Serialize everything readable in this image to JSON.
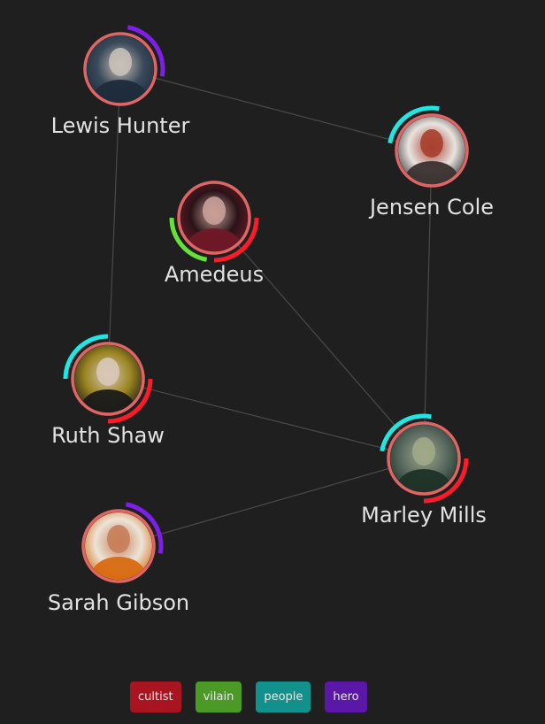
{
  "categories": [
    {
      "key": "cultist",
      "label": "cultist",
      "color": "#a8141f"
    },
    {
      "key": "vilain",
      "label": "vilain",
      "color": "#4a9a25"
    },
    {
      "key": "people",
      "label": "people",
      "color": "#12908c"
    },
    {
      "key": "hero",
      "label": "hero",
      "color": "#5a17a8"
    }
  ],
  "arc_colors": {
    "cultist": "#ff1a2a",
    "vilain": "#66e03a",
    "people": "#1fe8e4",
    "hero": "#7d1fe8"
  },
  "ring_color": "#e06666",
  "nodes": [
    {
      "id": "lewis",
      "name": "Lewis Hunter",
      "tags": [
        "hero"
      ],
      "avatar_icon": "old-man-portrait-icon",
      "avatar_colors": [
        "#3a4a5a",
        "#c8c0b8",
        "#1d2b3a"
      ]
    },
    {
      "id": "jensen",
      "name": "Jensen Cole",
      "tags": [
        "people"
      ],
      "avatar_icon": "young-man-portrait-icon",
      "avatar_colors": [
        "#e8e4e0",
        "#a84030",
        "#3a3030"
      ]
    },
    {
      "id": "amedeus",
      "name": "Amedeus",
      "tags": [
        "vilain",
        "cultist"
      ],
      "avatar_icon": "hunched-figure-portrait-icon",
      "avatar_colors": [
        "#2a1418",
        "#c8a098",
        "#701828"
      ]
    },
    {
      "id": "ruth",
      "name": "Ruth Shaw",
      "tags": [
        "people",
        "cultist"
      ],
      "avatar_icon": "woman-portrait-icon",
      "avatar_colors": [
        "#9a8420",
        "#d8c8b8",
        "#1a1a1a"
      ]
    },
    {
      "id": "marley",
      "name": "Marley Mills",
      "tags": [
        "people",
        "cultist"
      ],
      "avatar_icon": "old-woman-portrait-icon",
      "avatar_colors": [
        "#5a6a60",
        "#a0a888",
        "#1e3226"
      ]
    },
    {
      "id": "sarah",
      "name": "Sarah Gibson",
      "tags": [
        "hero"
      ],
      "avatar_icon": "woman-orange-portrait-icon",
      "avatar_colors": [
        "#ece4d8",
        "#c87e5a",
        "#d86a10"
      ]
    }
  ],
  "edges": [
    {
      "source": "lewis",
      "target": "jensen"
    },
    {
      "source": "lewis",
      "target": "ruth"
    },
    {
      "source": "jensen",
      "target": "marley"
    },
    {
      "source": "amedeus",
      "target": "marley"
    },
    {
      "source": "ruth",
      "target": "marley"
    },
    {
      "source": "sarah",
      "target": "marley"
    }
  ]
}
